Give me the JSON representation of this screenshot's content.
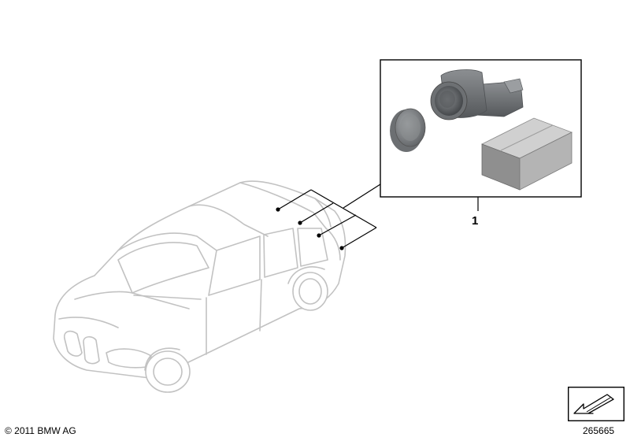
{
  "diagram": {
    "callouts": [
      {
        "number": "1"
      }
    ]
  },
  "footer": {
    "copyright": "© 2011 BMW AG",
    "reference_number": "265665"
  },
  "icons": {
    "navigation": "back-arrow-icon"
  },
  "colors": {
    "car_outline": "#c2c2c2",
    "sensor_body": "#6f7274",
    "sensor_ring": "#8a8d90",
    "sensor_face": "#4c4f52",
    "module_top": "#cfcfcf",
    "module_front": "#8e8e8e",
    "module_side": "#b0b0b0"
  }
}
